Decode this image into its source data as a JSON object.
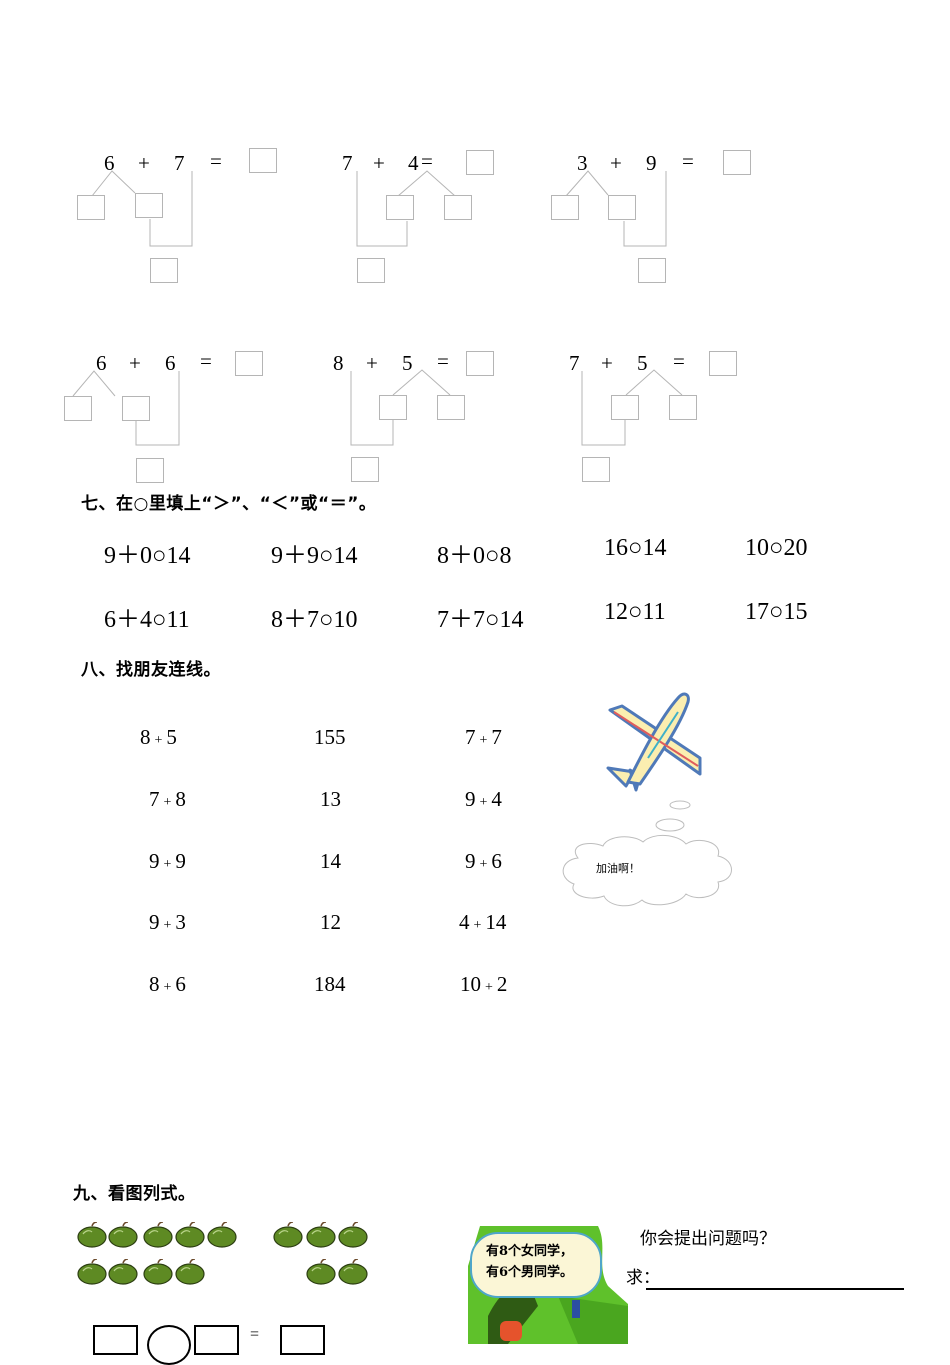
{
  "section6": {
    "problems": [
      {
        "a": "6",
        "op": "+",
        "b": "7",
        "eq": "=",
        "split": "second"
      },
      {
        "a": "7",
        "op": "+",
        "b": "4",
        "eq": "=",
        "split": "second"
      },
      {
        "a": "3",
        "op": "+",
        "b": "9",
        "eq": "=",
        "split": "first"
      },
      {
        "a": "6",
        "op": "+",
        "b": "6",
        "eq": "=",
        "split": "first"
      },
      {
        "a": "8",
        "op": "+",
        "b": "5",
        "eq": "=",
        "split": "second"
      },
      {
        "a": "7",
        "op": "+",
        "b": "5",
        "eq": "=",
        "split": "second"
      }
    ]
  },
  "section7": {
    "title": "七、在○里填上“＞”、“＜”或“＝”。",
    "rows": [
      [
        "9＋0○14",
        "9＋9○14",
        "8＋0○8",
        "16○14",
        "10○20"
      ],
      [
        "6＋4○11",
        "8＋7○10",
        "7＋7○14",
        "12○11",
        "17○15"
      ]
    ]
  },
  "section8": {
    "title": "八、找朋友连线。",
    "left": [
      [
        "8",
        "5"
      ],
      [
        "7",
        "8"
      ],
      [
        "9",
        "9"
      ],
      [
        "9",
        "3"
      ],
      [
        "8",
        "6"
      ]
    ],
    "middle": [
      "155",
      "13",
      "14",
      "12",
      "184"
    ],
    "right": [
      [
        "7",
        "7"
      ],
      [
        "9",
        "4"
      ],
      [
        "9",
        "6"
      ],
      [
        "4",
        "14"
      ],
      [
        "10",
        "2"
      ]
    ],
    "plus": "+",
    "cloud_text": "加油啊！"
  },
  "section9": {
    "title": "九、看图列式。",
    "apples_group1_rows": [
      5,
      4
    ],
    "apples_group2_rows": [
      3,
      2
    ],
    "equals": "=",
    "speech": [
      "有8个女同学，",
      "有6个男同学。"
    ],
    "question": "你会提出问题吗？",
    "ask_label": "求："
  },
  "colors": {
    "box_border": "#b5b5b5",
    "apple_green": "#5e8a23",
    "plane_body": "#fbeeb0",
    "plane_outline": "#4f79b8",
    "plane_stripe": "#e05c5c",
    "grass": "#5fc12b"
  }
}
